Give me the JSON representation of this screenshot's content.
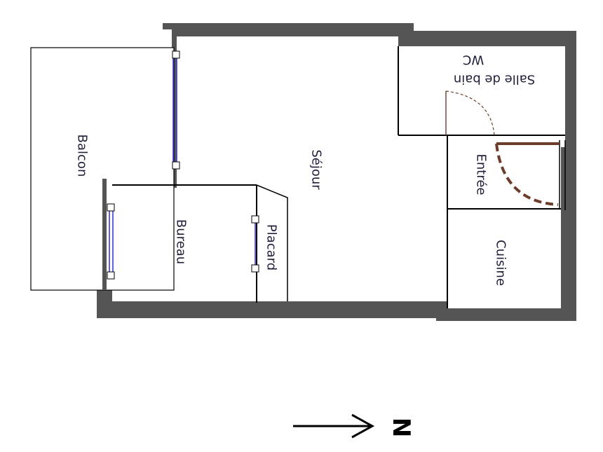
{
  "colors": {
    "wall": "#555555",
    "thin_line": "#000000",
    "window": "#3a3ae0",
    "door_arc": "#6b3d2a",
    "text": "#1f1f3a"
  },
  "rooms": {
    "balcon": "Balcon",
    "sejour": "Séjour",
    "bureau": "Bureau",
    "placard": "Placard",
    "salle_de_bain": "Salle de bain",
    "wc": "WC",
    "entree": "Entrée",
    "cuisine": "Cuisine"
  },
  "north_arrow": {
    "label": "N",
    "icon": "arrow-right-icon"
  }
}
